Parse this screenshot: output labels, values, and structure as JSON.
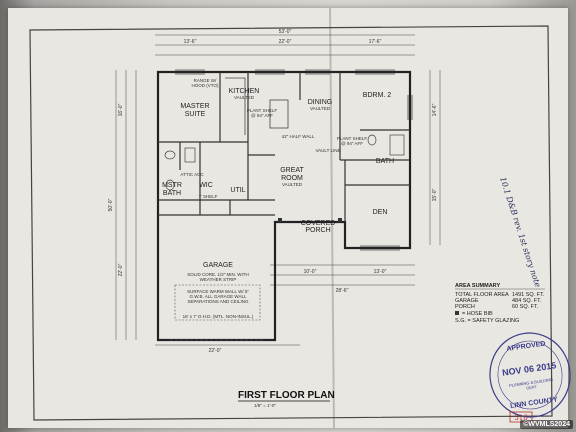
{
  "rooms": {
    "master_1": "MASTER",
    "master_2": "SUITE",
    "kitchen_1": "KITCHEN",
    "kitchen_2": "VAULTED",
    "dining_1": "DINING",
    "dining_2": "VAULTED",
    "bdrm2": "BDRM. 2",
    "great_1": "GREAT",
    "great_2": "ROOM",
    "great_3": "VAULTED",
    "mstr_bath_1": "MSTR",
    "mstr_bath_2": "BATH",
    "wic": "WIC",
    "util": "UTIL",
    "bath": "BATH",
    "den": "DEN",
    "covered_1": "COVERED",
    "covered_2": "PORCH",
    "garage": "GARAGE"
  },
  "notes": {
    "range": "RANGE W/",
    "hood": "HOOD (VTO)",
    "plant_shelf_1": "PLANT SHELF",
    "plant_shelf_1b": "@ 94\" AFF",
    "plant_shelf_2": "PLANT SHELF",
    "plant_shelf_2b": "@ 94\" AFF",
    "half_wall": "42\" HALF WALL",
    "vault_line": "VAULT LINE",
    "attic_acc": "ATTIC ACC",
    "shelf": "7' SHELF",
    "garage_note_1": "SOLID CORE, 1/2\" MIN. WITH",
    "garage_note_2": "WEATHER STRIP",
    "garage_note_3": "SURFACE WARM WALL W/ 5\"",
    "garage_note_4": "G.W.B. ALL GARAGE WALL",
    "garage_note_5": "SEPARATIONS AND CEILING",
    "garage_door": "16' x 7' O.H.D. (MTL. NON-INSUL.)"
  },
  "dimensions": {
    "top_overall": "53'-0\"",
    "top_a": "13'-6\"",
    "top_b": "22'-0\"",
    "top_c": "17'-6\"",
    "left_overall": "50'-0\"",
    "left_a": "16'-0\"",
    "left_b": "22'-0\"",
    "right_a": "14'-6\"",
    "right_b": "15'-0\"",
    "bottom_a": "22'-0\"",
    "bottom_b": "13'-0\"",
    "bottom_c": "10'-0\"",
    "bottom_d": "28'-6\""
  },
  "plan_title": "FIRST FLOOR PLAN",
  "plan_scale": "1/8\" = 1'-0\"",
  "area_summary": {
    "heading": "AREA SUMMARY",
    "rows": [
      {
        "label": "TOTAL FLOOR AREA",
        "value": "1491 SQ. FT."
      },
      {
        "label": "GARAGE",
        "value": "484 SQ. FT."
      },
      {
        "label": "PORCH",
        "value": "60 SQ. FT."
      }
    ],
    "legend_1": "= HOSE BIB",
    "legend_2": "S.G. = SAFETY GLAZING"
  },
  "stamp": {
    "approved": "APPROVED",
    "date": "NOV 06 2015",
    "dept_1": "PLANNING & BUILDING",
    "dept_2": "DEPT",
    "county": "LINN COUNTY",
    "number": "316"
  },
  "handwritten": "10.1 D&B  rev. 1st story  note",
  "watermark": "©WVMLS2024"
}
